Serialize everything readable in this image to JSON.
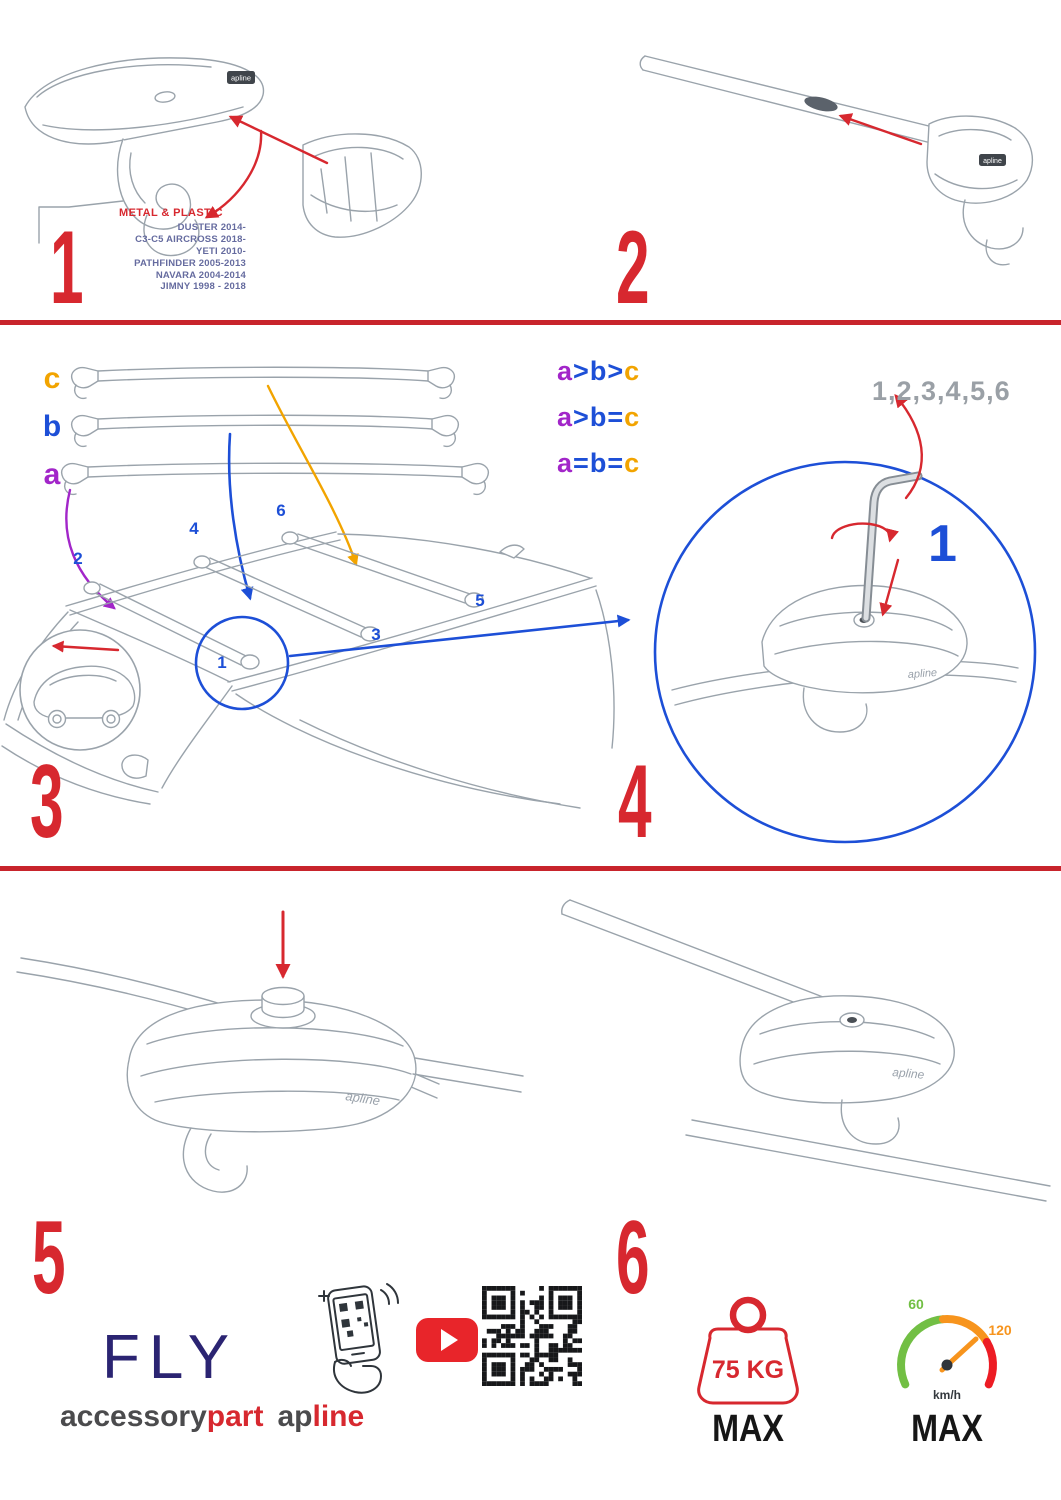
{
  "steps": {
    "s1": {
      "number": "1",
      "material": "METAL & PLASTIC",
      "models": [
        "DUSTER 2014-",
        "C3-C5 AIRCROSS 2018-",
        "YETI 2010-",
        "PATHFINDER 2005-2013",
        "NAVARA 2004-2014",
        "JIMNY 1998 - 2018"
      ]
    },
    "s2": {
      "number": "2"
    },
    "s3": {
      "number": "3",
      "bar_labels": {
        "c": "c",
        "b": "b",
        "a": "a"
      },
      "rules": [
        {
          "a": "a",
          "op1": ">",
          "b": "b",
          "op2": ">",
          "c": "c"
        },
        {
          "a": "a",
          "op1": ">",
          "b": "b",
          "op2": "=",
          "c": "c"
        },
        {
          "a": "a",
          "op1": "=",
          "b": "b",
          "op2": "=",
          "c": "c"
        }
      ],
      "positions": {
        "p1": "1",
        "p2": "2",
        "p3": "3",
        "p4": "4",
        "p5": "5",
        "p6": "6"
      }
    },
    "s4": {
      "number": "4",
      "sequence": "1,2,3,4,5,6",
      "first": "1"
    },
    "s5": {
      "number": "5"
    },
    "s6": {
      "number": "6"
    }
  },
  "branding": {
    "product": "FLY",
    "accessory": "accessory",
    "part": "part",
    "ap": "ap",
    "line": "line",
    "logo_small": "apline"
  },
  "limits": {
    "weight": "75 KG",
    "weight_max": "MAX",
    "speed_low": "60",
    "speed_high": "120",
    "speed_unit": "km/h",
    "speed_max": "MAX"
  },
  "colors": {
    "accent_red": "#d7282f",
    "blue": "#1d4fd7",
    "purple": "#a226c9",
    "orange": "#f2a400",
    "sequence_gray": "#9aa0a6",
    "brand_navy": "#2b2472",
    "brand_dark": "#4b4b4d",
    "youtube_red": "#e8252a",
    "gauge_green": "#72bf44",
    "gauge_orange": "#f7941d",
    "gauge_red": "#ed1c24"
  }
}
